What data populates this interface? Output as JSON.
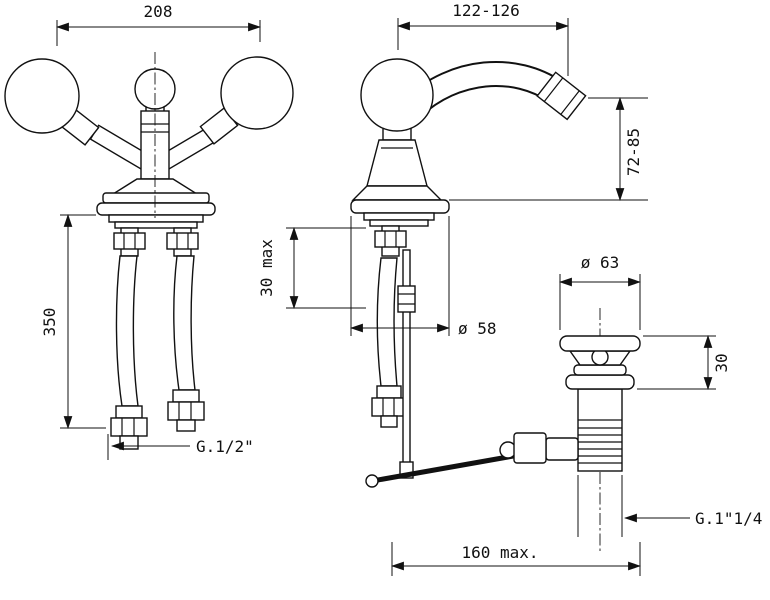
{
  "drawing": {
    "dims": {
      "front_width": "208",
      "side_depth": "122-126",
      "spout_height": "72-85",
      "hose_length": "350",
      "deck_max": "30 max",
      "base_diameter": "ø 58",
      "waste_flange_diameter": "ø 63",
      "waste_top_height": "30",
      "supply_thread": "G.1/2\"",
      "waste_thread": "G.1\"1/4",
      "lever_reach": "160 max."
    }
  }
}
